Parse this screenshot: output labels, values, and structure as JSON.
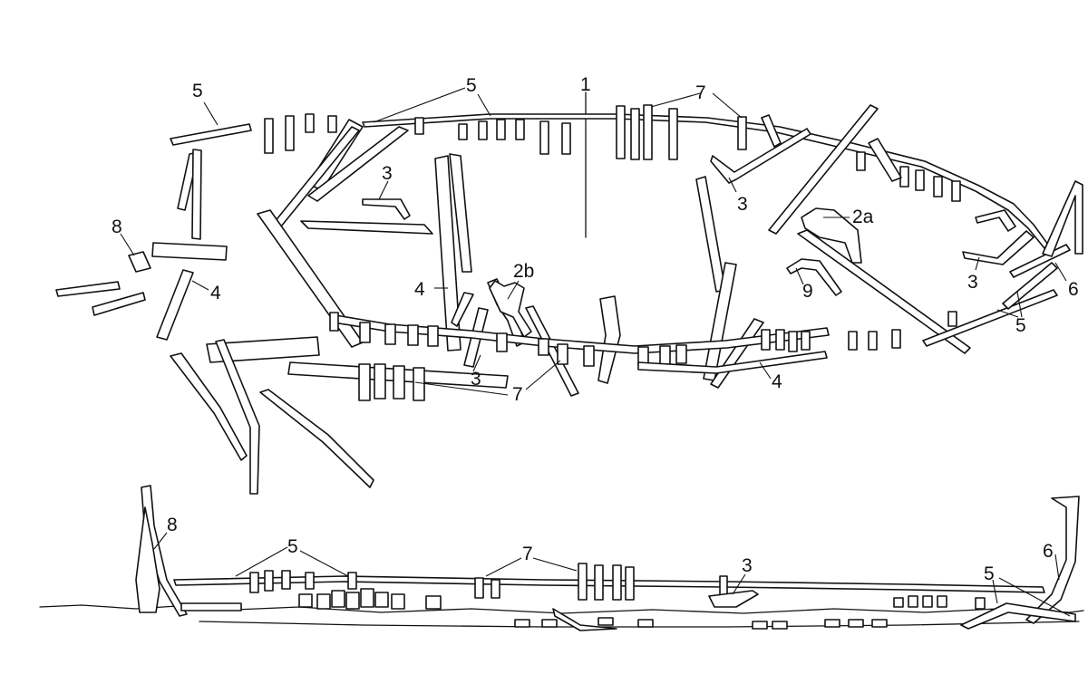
{
  "diagram": {
    "plan_labels": [
      {
        "id": "rim-top-left",
        "text": "5"
      },
      {
        "id": "rim-top",
        "text": "5"
      },
      {
        "id": "centerline",
        "text": "1"
      },
      {
        "id": "frames-top",
        "text": "7"
      },
      {
        "id": "fragment-2a",
        "text": "2a"
      },
      {
        "id": "fragment-2b",
        "text": "2b"
      },
      {
        "id": "floor-upper",
        "text": "3"
      },
      {
        "id": "floor-right-top",
        "text": "3"
      },
      {
        "id": "floor-right",
        "text": "3"
      },
      {
        "id": "floor-lower",
        "text": "3"
      },
      {
        "id": "stern-post",
        "text": "8"
      },
      {
        "id": "plank-left",
        "text": "4"
      },
      {
        "id": "plank-middle",
        "text": "4"
      },
      {
        "id": "plank-bottom",
        "text": "4"
      },
      {
        "id": "knee",
        "text": "9"
      },
      {
        "id": "stem-plan",
        "text": "6"
      },
      {
        "id": "rim-right",
        "text": "5"
      },
      {
        "id": "frames-bottom",
        "text": "7"
      }
    ],
    "elevation_labels": [
      {
        "id": "stern-post",
        "text": "8"
      },
      {
        "id": "rim-left",
        "text": "5"
      },
      {
        "id": "frames",
        "text": "7"
      },
      {
        "id": "floor",
        "text": "3"
      },
      {
        "id": "rim-right",
        "text": "5"
      },
      {
        "id": "stem",
        "text": "6"
      }
    ]
  }
}
